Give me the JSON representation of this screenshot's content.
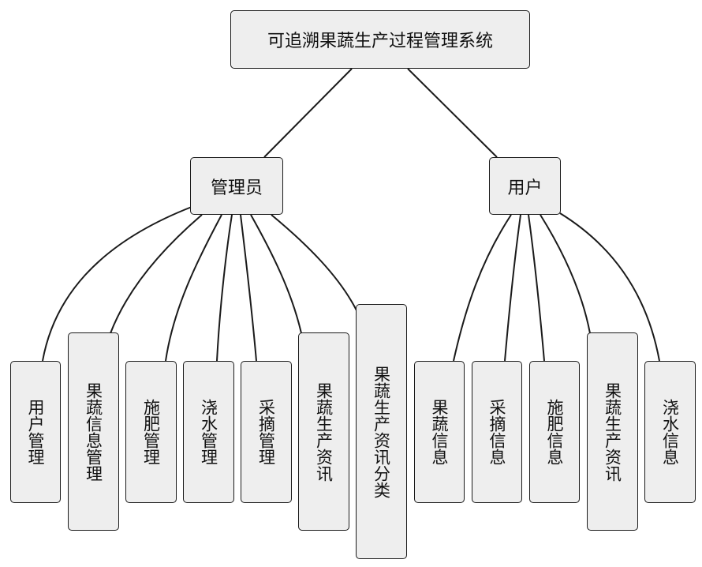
{
  "root": {
    "label": "可追溯果蔬生产过程管理系统"
  },
  "admin": {
    "label": "管理员",
    "children": [
      "用户管理",
      "果蔬信息管理",
      "施肥管理",
      "浇水管理",
      "采摘管理",
      "果蔬生产资讯",
      "果蔬生产资讯分类"
    ]
  },
  "user": {
    "label": "用户",
    "children": [
      "果蔬信息",
      "采摘信息",
      "施肥信息",
      "果蔬生产资讯",
      "浇水信息"
    ]
  }
}
